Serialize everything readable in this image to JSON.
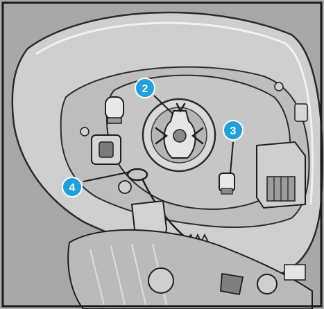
{
  "figure": {
    "background_color": "#a8a8a8",
    "border_color": "#1a1a1a",
    "callout_fill": "#1fa0dc",
    "callout_stroke": "#ffffff",
    "leader_color": "#1a1a1a"
  },
  "callouts": [
    {
      "id": "callout-2",
      "label": "2"
    },
    {
      "id": "callout-3",
      "label": "3"
    },
    {
      "id": "callout-4",
      "label": "4"
    }
  ]
}
